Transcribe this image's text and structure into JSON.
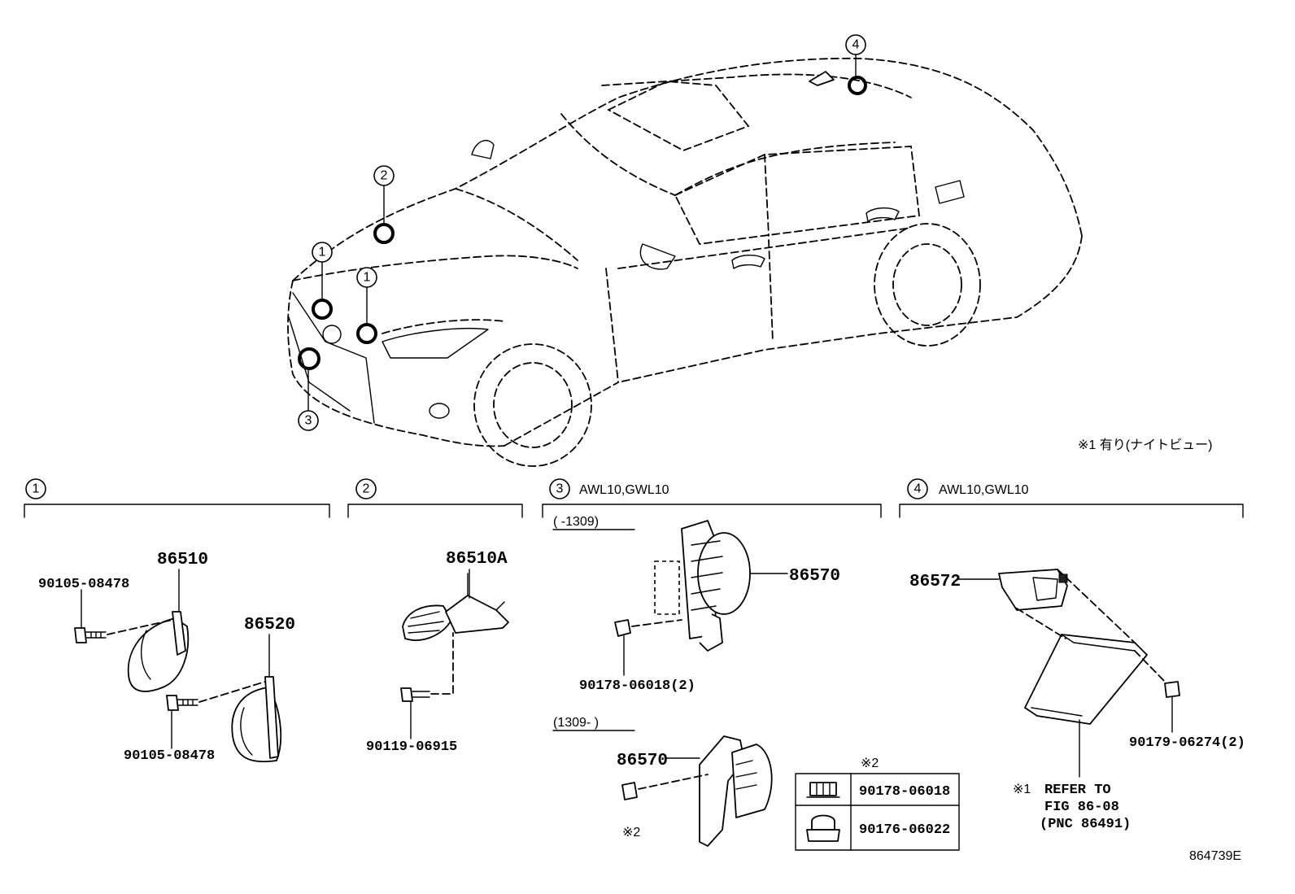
{
  "note_top": "※1 有り(ナイトビュー)",
  "callouts": {
    "c1": "1",
    "c2": "2",
    "c3": "3",
    "c4": "4"
  },
  "sections": {
    "s1": {
      "num": "1"
    },
    "s2": {
      "num": "2"
    },
    "s3": {
      "num": "3",
      "label": "AWL10,GWL10"
    },
    "s4": {
      "num": "4",
      "label": "AWL10,GWL10"
    }
  },
  "period_before": "(    -1309)",
  "period_after": "(1309-    )",
  "parts": {
    "p86510": "86510",
    "p86520": "86520",
    "bolt1a": "90105-08478",
    "bolt1b": "90105-08478",
    "p86510A": "86510A",
    "bolt2": "90119-06915",
    "p86570a": "86570",
    "nut3": "90178-06018(2)",
    "p86570b": "86570",
    "mark2_small": "※2",
    "p86572": "86572",
    "nut4": "90179-06274(2)"
  },
  "nut_table": {
    "header": "※2",
    "rows": [
      "90178-06018",
      "90176-06022"
    ]
  },
  "refer": {
    "mark": "※1",
    "line1": "REFER TO",
    "line2": "FIG 86-08",
    "line3": "(PNC 86491)"
  },
  "figure_id": "864739E"
}
